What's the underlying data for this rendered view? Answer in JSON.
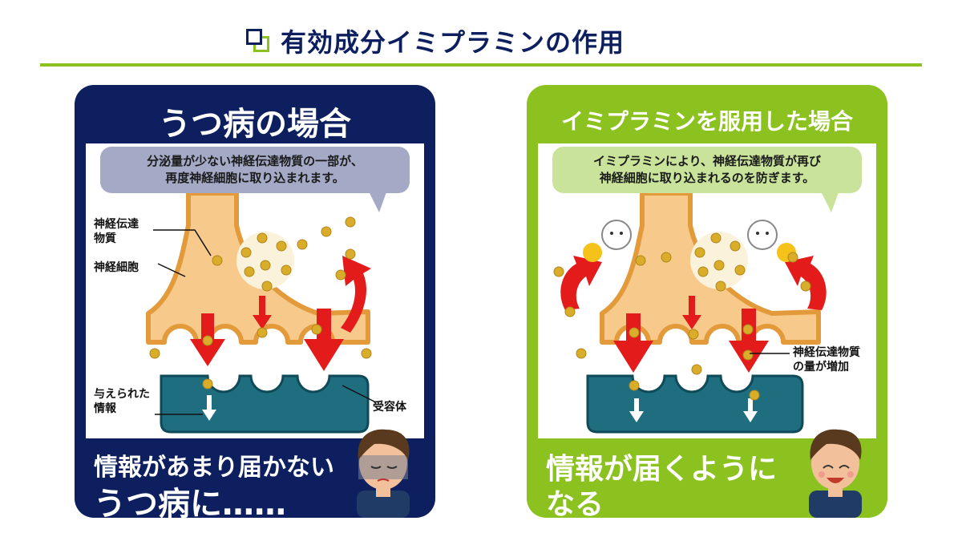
{
  "header": {
    "title": "有効成分イミプラミンの作用"
  },
  "left": {
    "title": "うつ病の場合",
    "bubble_lines": [
      "分泌量が少ない神経伝達物質の一部が、",
      "再度神経細胞に取り込まれます。"
    ],
    "label_neurotransmitter_lines": [
      "神経伝達",
      "物質"
    ],
    "label_neuron": "神経細胞",
    "label_info_lines": [
      "与えられた",
      "情報"
    ],
    "label_receptor": "受容体",
    "conclusion_line1": "情報があまり届かない",
    "conclusion_line2": "うつ病に……"
  },
  "right": {
    "title": "イミプラミンを服用した場合",
    "bubble_lines": [
      "イミプラミンにより、神経伝達物質が再び",
      "神経細胞に取り込まれるのを防ぎます。"
    ],
    "label_increase_lines": [
      "神経伝達物質",
      "の量が増加"
    ],
    "conclusion_line1": "情報が届くように",
    "conclusion_line2": "なる"
  },
  "colors": {
    "navy": "#0d1f5e",
    "green": "#8cc21f",
    "neuron_fill": "#f7c98a",
    "neuron_stroke": "#e39a3b",
    "receptor_fill": "#1f6e80",
    "arrow_red": "#e31b1b",
    "molecule": "#d9ad2a"
  },
  "icons": [
    "square-frame-icon",
    "red-arrow-icon",
    "pill-icon",
    "sad-person-icon",
    "happy-person-icon"
  ]
}
